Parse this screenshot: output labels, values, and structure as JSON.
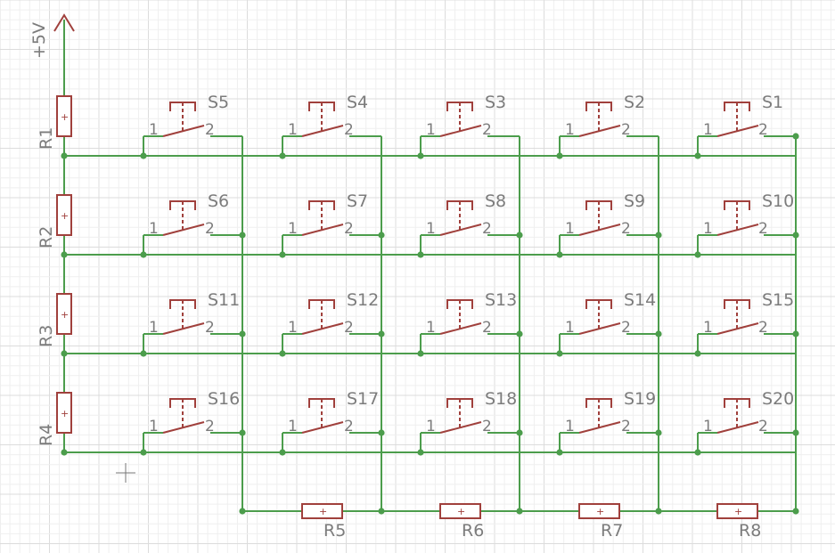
{
  "supply": {
    "label": "+5V"
  },
  "row_resistors": [
    "R1",
    "R2",
    "R3",
    "R4"
  ],
  "column_resistors": [
    "R5",
    "R6",
    "R7",
    "R8"
  ],
  "switch_rows": [
    [
      "S5",
      "S4",
      "S3",
      "S2",
      "S1"
    ],
    [
      "S6",
      "S7",
      "S8",
      "S9",
      "S10"
    ],
    [
      "S11",
      "S12",
      "S13",
      "S14",
      "S15"
    ],
    [
      "S16",
      "S17",
      "S18",
      "S19",
      "S20"
    ]
  ],
  "pin_labels": {
    "left": "1",
    "right": "2"
  },
  "colors": {
    "wire": "#4c9d4c",
    "part": "#a0403c",
    "text": "#7c7c7c"
  }
}
